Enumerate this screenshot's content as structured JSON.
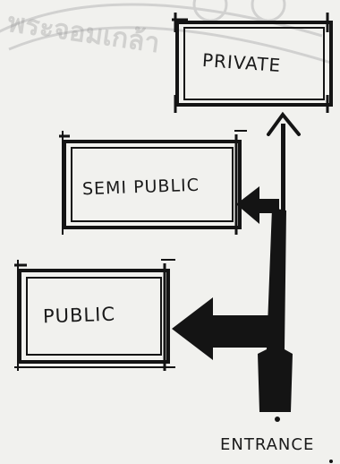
{
  "diagram": {
    "boxes": [
      {
        "id": "private",
        "label": "PRIVATE"
      },
      {
        "id": "semi_public",
        "label": "SEMI PUBLIC"
      },
      {
        "id": "public",
        "label": "PUBLIC"
      }
    ],
    "entrance_label": "ENTRANCE",
    "watermark_text": "พระจอมเกล้า",
    "colors": {
      "ink": "#141414",
      "paper": "#f1f1ee",
      "watermark": "#9a9a9a"
    }
  }
}
